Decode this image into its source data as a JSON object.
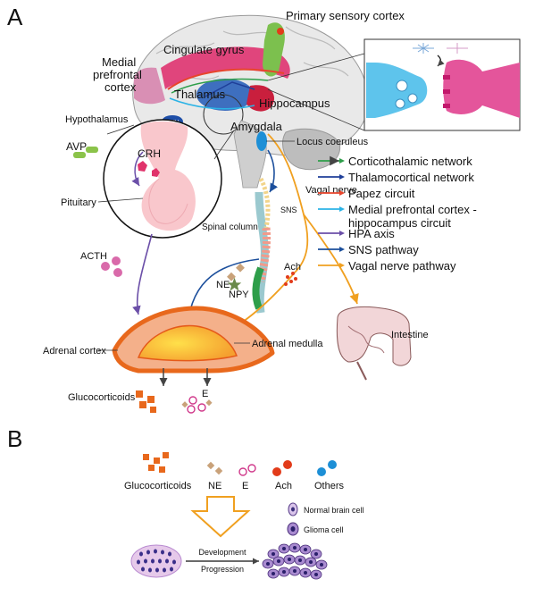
{
  "panel_a": {
    "letter": "A",
    "labels": {
      "primary_sensory_cortex": "Primary sensory cortex",
      "cingulate_gyrus": "Cingulate gyrus",
      "medial_prefrontal_1": "Medial",
      "medial_prefrontal_2": "prefrontal",
      "medial_prefrontal_3": "cortex",
      "thalamus": "Thalamus",
      "hippocampus": "Hippocampus",
      "hypothalamus": "Hypothalamus",
      "pvn": "PVN",
      "amygdala": "Amygdala",
      "locus_coeruleus": "Locus coeruleus",
      "avp": "AVP",
      "crh": "CRH",
      "pituitary": "Pituitary",
      "vagal_nerve": "Vagal nerve",
      "sns": "SNS",
      "spinal_column": "Spinal column",
      "acth": "ACTH",
      "ne": "NE",
      "npy": "NPY",
      "ach": "Ach",
      "intestine": "Intestine",
      "adrenal_cortex": "Adrenal cortex",
      "adrenal_medulla": "Adrenal medulla",
      "glucocorticoids": "Glucocorticoids",
      "e": "E"
    },
    "legend": [
      {
        "text": "Corticothalamic network",
        "color": "#2e9e4a"
      },
      {
        "text": "Thalamocortical network",
        "color": "#1f3f99"
      },
      {
        "text": "Papez circuit",
        "color": "#e8452c"
      },
      {
        "text": "Medial prefrontal cortex -",
        "text2": "hippocampus circuit",
        "color": "#2bb3e6"
      },
      {
        "text": "HPA axis",
        "color": "#6b4fa8"
      },
      {
        "text": "SNS pathway",
        "color": "#1c4f9c"
      },
      {
        "text": "Vagal nerve pathway",
        "color": "#f0a020"
      }
    ]
  },
  "panel_b": {
    "letter": "B",
    "legend_items": [
      {
        "text": "Glucocorticoids"
      },
      {
        "text": "NE"
      },
      {
        "text": "E"
      },
      {
        "text": "Ach"
      },
      {
        "text": "Others"
      }
    ],
    "normal_brain_cell": "Normal brain cell",
    "glioma_cell": "Glioma cell",
    "development": "Development",
    "progression": "Progression"
  },
  "colors": {
    "orange": "#e8681c",
    "tan": "#c9a27a",
    "pink": "#d0388a",
    "red": "#e23b1a",
    "blue": "#1d8fd6",
    "purple": "#6b4fa8"
  }
}
